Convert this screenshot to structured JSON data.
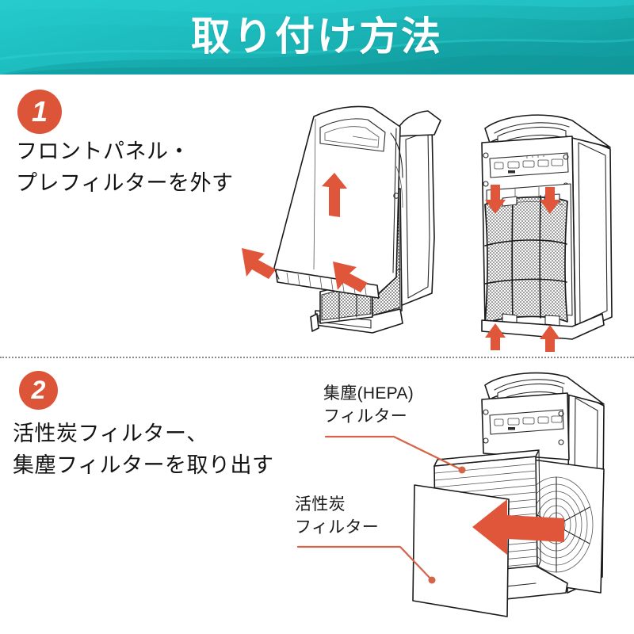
{
  "header": {
    "title": "取り付け方法",
    "bg_color_start": "#24c9cb",
    "bg_color_end": "#119a9c",
    "text_color": "#ffffff"
  },
  "theme": {
    "accent_orange": "#dd5539",
    "arrow_orange": "#e0563a",
    "leader_orange": "#d4644a",
    "line_black": "#1a1a1a",
    "page_background": "#ffffff"
  },
  "steps": [
    {
      "number": "1",
      "text": "フロントパネル・\nプレフィルターを外す",
      "illustration": "air-purifier-front-panel-open"
    },
    {
      "number": "2",
      "text": "活性炭フィルター、\n集塵フィルターを取り出す",
      "illustration": "air-purifier-filters-removal"
    }
  ],
  "callouts": [
    {
      "id": "hepa",
      "text": "集塵(HEPA)\nフィルター"
    },
    {
      "id": "carbon",
      "text": "活性炭\nフィルター"
    }
  ],
  "divider": {
    "style": "dotted",
    "color": "#8a8a8a"
  }
}
